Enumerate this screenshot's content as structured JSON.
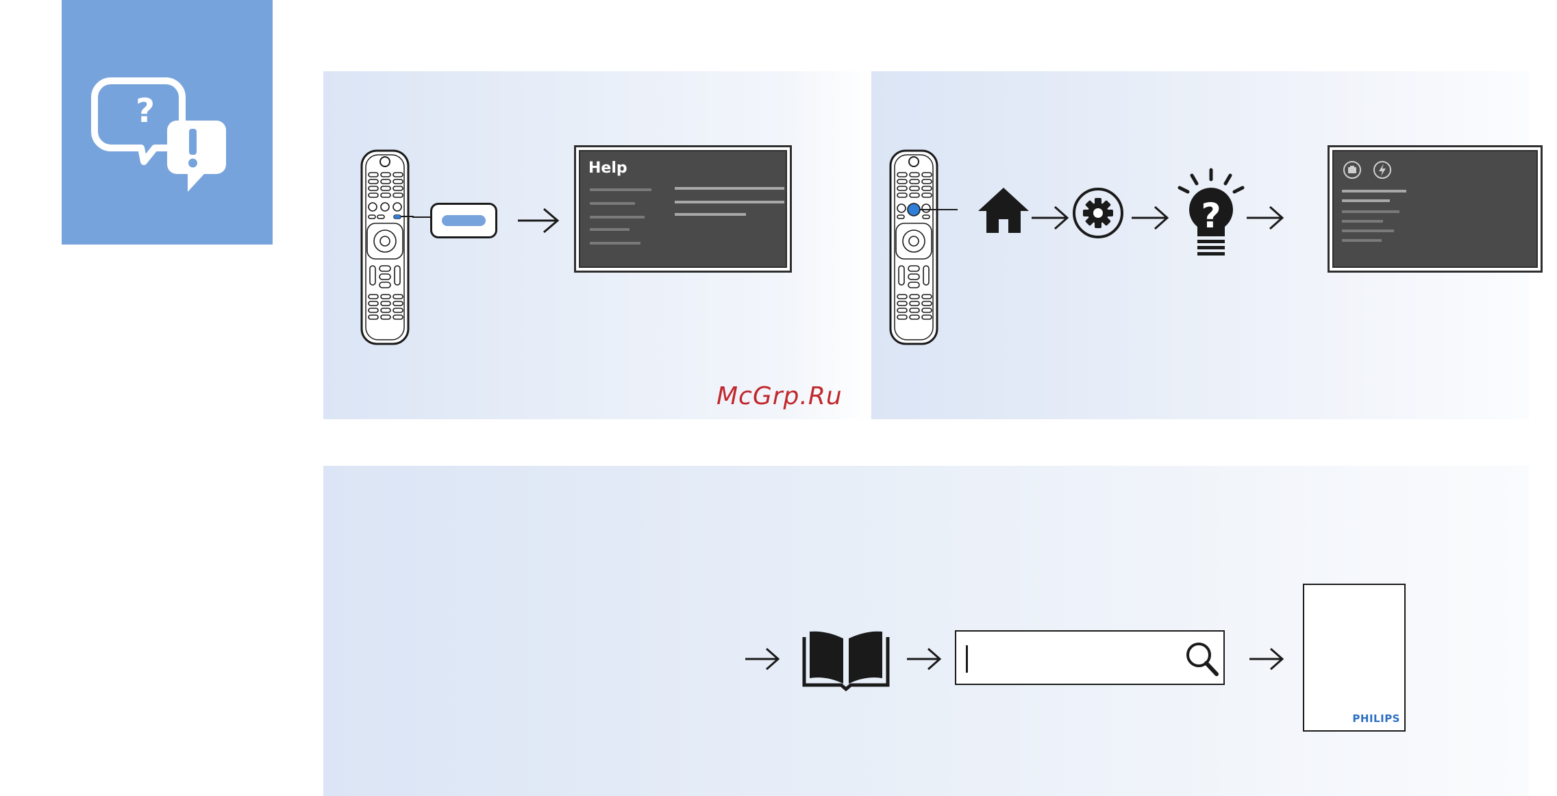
{
  "tv_help": {
    "title": "Help"
  },
  "watermark": {
    "text": "McGrp.Ru"
  },
  "manual": {
    "brand": "PHILIPS"
  },
  "icons": {
    "help_tile": "question-exclamation-bubbles-icon",
    "remote": "remote-control-icon",
    "home": "home-icon",
    "settings": "gear-icon",
    "help": "lightbulb-question-icon",
    "book": "open-book-icon",
    "search": "magnifier-icon",
    "arrow": "arrow-right-icon"
  },
  "colors": {
    "accent": "#77a3dc",
    "highlight_button": "#2f7fd8",
    "brand": "#2d6fc4",
    "watermark": "#c0282d",
    "tv_screen": "#4a4a4a"
  }
}
